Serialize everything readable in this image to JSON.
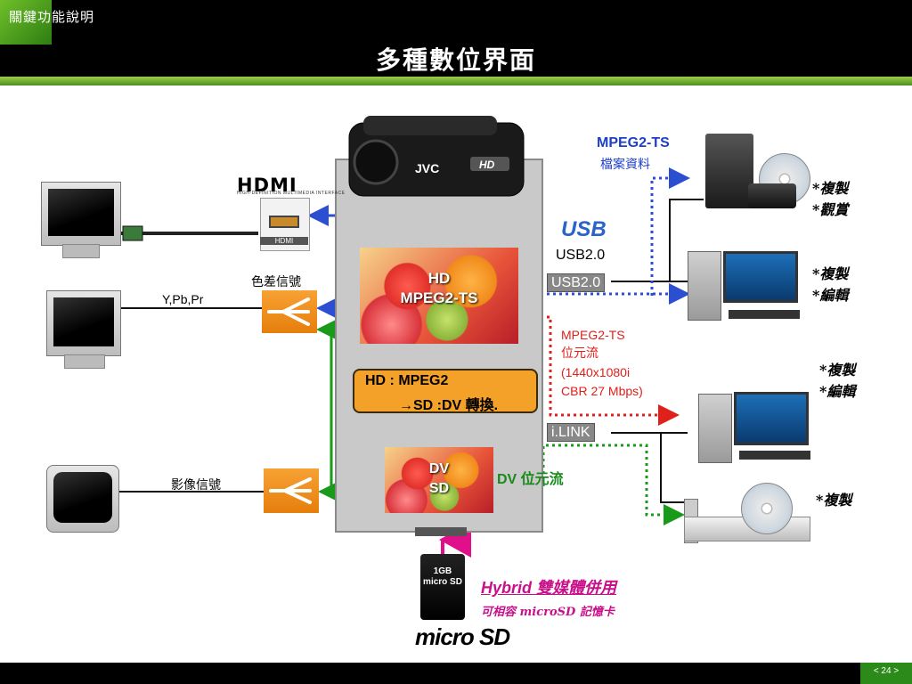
{
  "header": {
    "section_label": "關鍵功能說明",
    "title": "多種數位界面"
  },
  "footer": {
    "page_number": "< 24 >"
  },
  "camera": {
    "brand": "JVC",
    "hd_badge": "HD",
    "hd_label_line1": "HD",
    "hd_label_line2": "MPEG2-TS",
    "dv_label_line1": "DV",
    "dv_label_line2": "SD",
    "convert_line1": "HD : MPEG2",
    "convert_line2": "→SD :DV 轉換."
  },
  "left": {
    "hdmi_logo": "HDMI",
    "hdmi_logo_sub": "HIGH-DEFINITION MULTIMEDIA INTERFACE",
    "hdmi_port_text": "HDMI",
    "component_label": "色差信號",
    "ypbpr_label": "Y,Pb,Pr",
    "video_label": "影像信號"
  },
  "right": {
    "file_title": "MPEG2-TS",
    "file_sub": "檔案資料",
    "usb_logo": "USB",
    "usb_label": "USB2.0",
    "usb_tag": "USB2.0",
    "stream_lines": [
      "MPEG2-TS",
      "位元流",
      "(1440x1080i",
      "CBR 27 Mbps)"
    ],
    "ilink_tag": "i.LINK",
    "dv_stream": "DV 位元流",
    "device_labels": [
      [
        "*複製",
        "*觀賞"
      ],
      [
        "*複製",
        "*編輯"
      ],
      [
        "*複製",
        "*編輯"
      ],
      [
        "*複製"
      ]
    ]
  },
  "bottom": {
    "sd_card_size": "1GB",
    "sd_card_brand": "micro SD",
    "microsd_logo": "micro SD",
    "hybrid_title": "Hybrid 雙媒體併用",
    "hybrid_sub": "可相容 microSD 記憶卡"
  },
  "colors": {
    "hdmi_line": "#2b4fd0",
    "component_line": "#2b4fd0",
    "video_line": "#1a9a1a",
    "stream_red": "#e0201a",
    "dv_green": "#1a8a1a",
    "usb_blue": "#2b63c8",
    "hybrid_magenta": "#c8108a",
    "convert_orange": "#f4a12a"
  }
}
